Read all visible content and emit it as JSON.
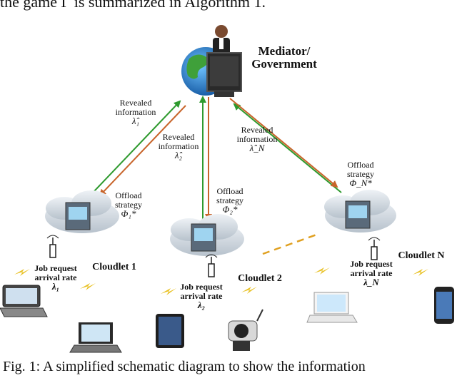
{
  "header_text": "the game Γ is summarized in Algorithm 1.",
  "caption": "Fig. 1: A simplified schematic diagram to show the information",
  "mediator": {
    "line1": "Mediator/",
    "line2": "Government"
  },
  "revealed": [
    {
      "line1": "Revealed",
      "line2": "information",
      "symbol": "λ̂₁"
    },
    {
      "line1": "Revealed",
      "line2": "information",
      "symbol": "λ̂₂"
    },
    {
      "line1": "Revealed",
      "line2": "information",
      "symbol": "λ̂_N"
    }
  ],
  "offload": [
    {
      "line1": "Offload",
      "line2": "strategy",
      "symbol": "Φ₁*"
    },
    {
      "line1": "Offload",
      "line2": "strategy",
      "symbol": "Φ₂*"
    },
    {
      "line1": "Offload",
      "line2": "strategy",
      "symbol": "Φ_N*"
    }
  ],
  "cloudlets": [
    {
      "label": "Cloudlet  1",
      "job_line1": "Job request",
      "job_line2": "arrival rate",
      "rate": "λ₁"
    },
    {
      "label": "Cloudlet  2",
      "job_line1": "Job request",
      "job_line2": "arrival rate",
      "rate": "λ₂"
    },
    {
      "label": "Cloudlet  N",
      "job_line1": "Job request",
      "job_line2": "arrival rate",
      "rate": "λ_N"
    }
  ],
  "colors": {
    "green_arrow": "#2e9a2e",
    "orange_arrow": "#c8642a",
    "dashed": "#e0a020",
    "cloud": "#c9d3dc"
  }
}
